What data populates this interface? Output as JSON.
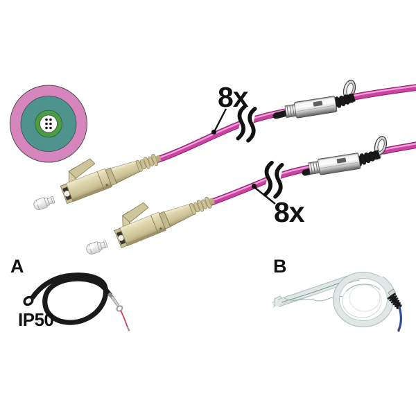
{
  "figure": {
    "description": "Pre-terminated fiber optic trunk cable with LC connectors, crimp pulling sleeves, eyelets and fiber cross-section",
    "callouts": {
      "top_cable_count": "8x",
      "bottom_cable_count": "8x"
    },
    "variants": {
      "a": {
        "label": "A",
        "protection_class": "IP50"
      },
      "b": {
        "label": "B"
      }
    },
    "cross_section": {
      "fiber_dot_count": 6
    },
    "colors": {
      "cable_jacket": "#cb42a2",
      "cable_highlight": "#f0a6d8",
      "cable_shadow": "#8e2470",
      "connector_beige": "#d2c89c",
      "metal": "#d9d9d9",
      "black_parts": "#1a1a1a",
      "cross_jacket_pink": "#d786bd",
      "cross_buffer_teal": "#4e938e",
      "cross_ring_green": "#4c9b45",
      "cross_core_white": "#ffffff",
      "mesh": "#dfe8e6",
      "pull_wire_blue": "#2c4d8e",
      "pigtail_red": "#cc3355",
      "label_black": "#111111"
    }
  }
}
